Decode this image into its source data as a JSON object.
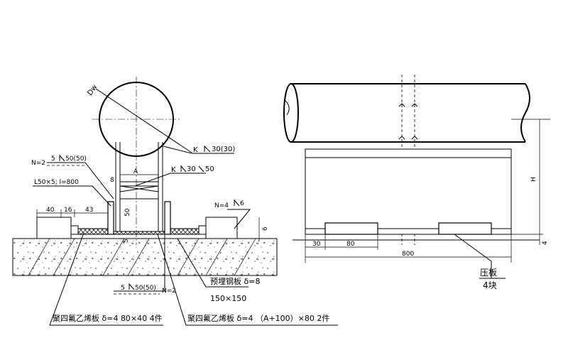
{
  "left_view": {
    "pipe_label": "Dw",
    "weld_main": "K",
    "weld_main_value": "30(30)",
    "weld_inner": "K",
    "weld_inner_value": "30",
    "weld_inner_value2": "50",
    "weld_top_n": "N=2",
    "weld_top_value": "5",
    "weld_top_value2": "50(50)",
    "angle_label": "L50×5; l=800",
    "dim_40": "40",
    "dim_16": "16",
    "dim_43": "43",
    "dim_A": "A",
    "dim_8": "8",
    "dim_50": "50",
    "dim_5": "5",
    "dim_6": "6",
    "weld_right_n": "N=4",
    "weld_right_value": "6",
    "weld_bottom_value": "5",
    "weld_bottom_value2": "50(50)",
    "weld_bottom_n": "N=2",
    "embedded_plate": "预埋钢板 δ=8",
    "embedded_plate_size": "150×150",
    "ptfe_small": "聚四氟乙烯板 δ=4  80×40  4件",
    "ptfe_large": "聚四氟乙烯板 δ=4 （A+100）×80  2件"
  },
  "right_view": {
    "dim_30": "30",
    "dim_80": "80",
    "dim_800": "800",
    "dim_H": "H",
    "dim_4": "4",
    "press_plate": "压板",
    "press_plate_qty": "4块"
  }
}
